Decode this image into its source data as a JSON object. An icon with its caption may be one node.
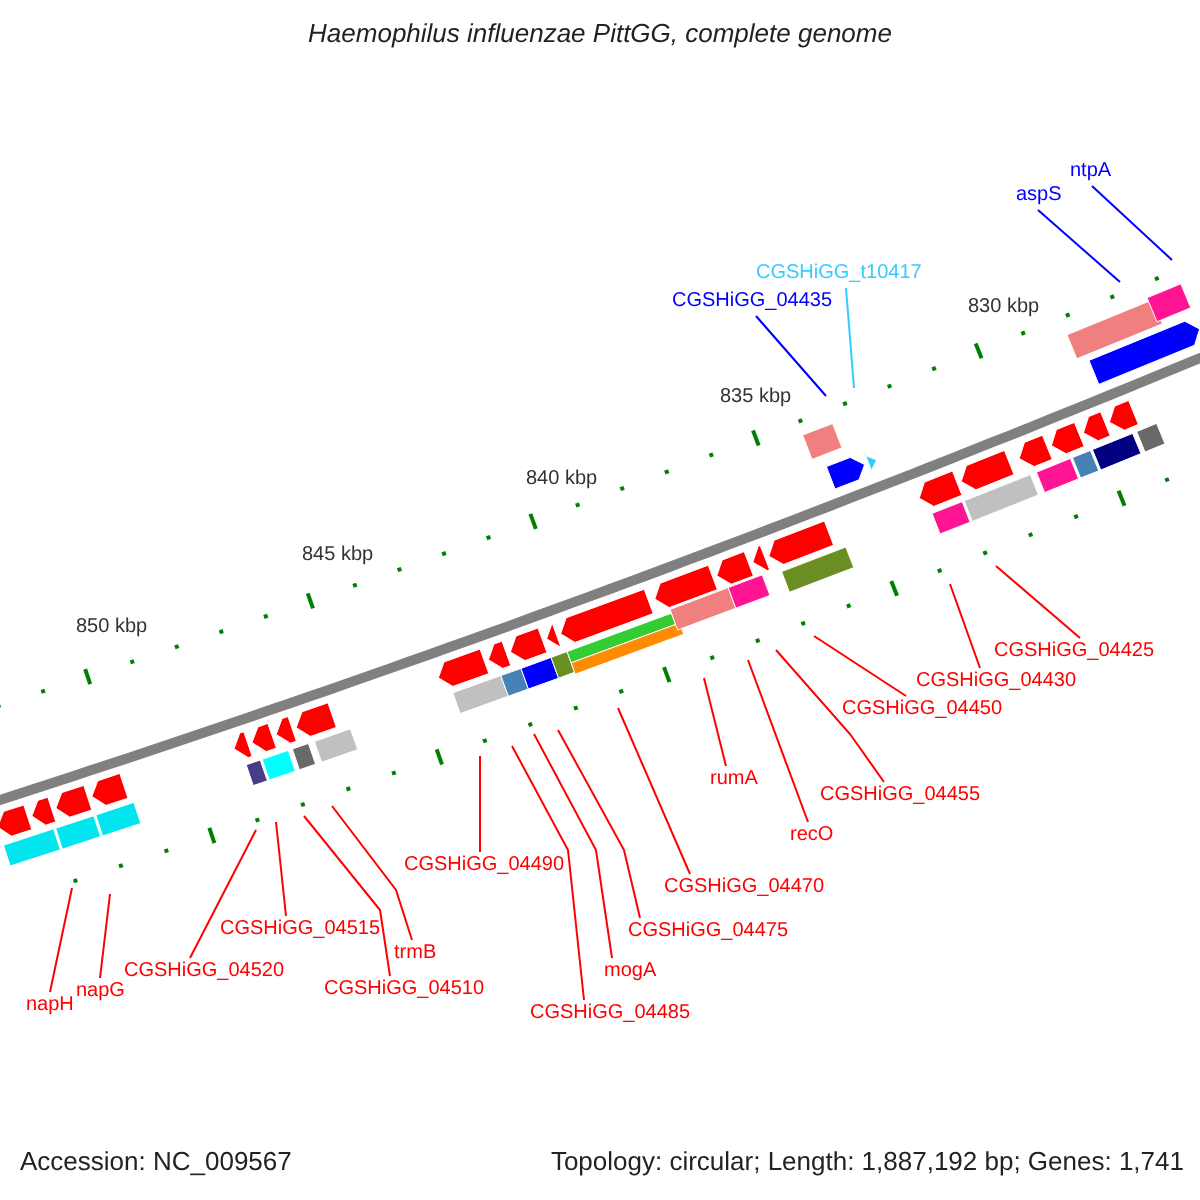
{
  "diagram": {
    "title": "Haemophilus influenzae PittGG, complete genome",
    "nodes": [
      {
        "text": [
          "ntpA"
        ]
      },
      {
        "text": [
          "aspS"
        ]
      },
      {
        "text": [
          "CGSHiGG_t10417"
        ]
      },
      {
        "text": [
          "CGSHiGG_04435"
        ]
      },
      {
        "text": [
          "CGSHiGG_04425"
        ]
      },
      {
        "text": [
          "CGSHiGG_04430"
        ]
      },
      {
        "text": [
          "CGSHiGG_04450"
        ]
      },
      {
        "text": [
          "rumA"
        ]
      },
      {
        "text": [
          "CGSHiGG_04455"
        ]
      },
      {
        "text": [
          "recO"
        ]
      },
      {
        "text": [
          "CGSHiGG_04490"
        ]
      },
      {
        "text": [
          "CGSHiGG_04470"
        ]
      },
      {
        "text": [
          "CGSHiGG_04475"
        ]
      },
      {
        "text": [
          "CGSHiGG_04515"
        ]
      },
      {
        "text": [
          "mogA"
        ]
      },
      {
        "text": [
          "trmB"
        ]
      },
      {
        "text": [
          "CGSHiGG_04520"
        ]
      },
      {
        "text": [
          "CGSHiGG_04510"
        ]
      },
      {
        "text": [
          "napG"
        ]
      },
      {
        "text": [
          "CGSHiGG_04485"
        ]
      },
      {
        "text": [
          "napH"
        ]
      }
    ],
    "edges": [
      {
        "from": 0,
        "to": null,
        "arrow": "none",
        "color": "#0000ff"
      },
      {
        "from": 1,
        "to": null,
        "arrow": "none",
        "color": "#0000ff"
      },
      {
        "from": 2,
        "to": null,
        "arrow": "none",
        "color": "#33ccff"
      },
      {
        "from": 3,
        "to": null,
        "arrow": "none",
        "color": "#0000ff"
      },
      {
        "from": 4,
        "to": null,
        "arrow": "none"
      },
      {
        "from": 5,
        "to": null,
        "arrow": "none"
      },
      {
        "from": 6,
        "to": null,
        "arrow": "none"
      },
      {
        "from": 7,
        "to": null,
        "arrow": "none"
      },
      {
        "from": 8,
        "to": null,
        "arrow": "none"
      },
      {
        "from": 9,
        "to": null,
        "arrow": "none"
      },
      {
        "from": 10,
        "to": null,
        "arrow": "none"
      },
      {
        "from": 11,
        "to": null,
        "arrow": "none"
      },
      {
        "from": 12,
        "to": null,
        "arrow": "none"
      },
      {
        "from": 13,
        "to": null,
        "arrow": "none"
      },
      {
        "from": 14,
        "to": null,
        "arrow": "none"
      },
      {
        "from": 15,
        "to": null,
        "arrow": "none"
      },
      {
        "from": 16,
        "to": null,
        "arrow": "none"
      },
      {
        "from": 17,
        "to": null,
        "arrow": "none"
      },
      {
        "from": 18,
        "to": null,
        "arrow": "none"
      },
      {
        "from": 19,
        "to": null,
        "arrow": "none"
      },
      {
        "from": 20,
        "to": null,
        "arrow": "none"
      }
    ],
    "labels": [
      "830 kbp",
      "835 kbp",
      "840 kbp",
      "845 kbp",
      "850 kbp",
      "Accession: NC_009567",
      "Topology: circular; Length: 1,887,192 bp; Genes: 1,741"
    ]
  }
}
